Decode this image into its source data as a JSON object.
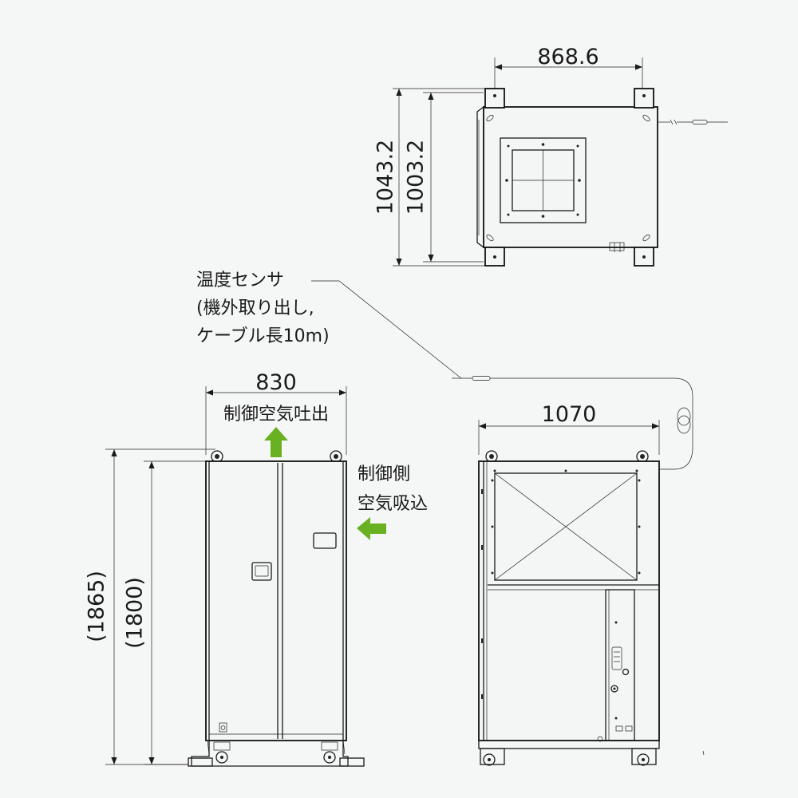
{
  "dimensions": {
    "top_width": "868.6",
    "top_depth_outer": "1043.2",
    "top_depth_inner": "1003.2",
    "front_width": "830",
    "side_width": "1070",
    "height_total": "(1865)",
    "height_body": "(1800)"
  },
  "labels": {
    "sensor_line1": "温度センサ",
    "sensor_line2": "(機外取り出し,",
    "sensor_line3": "ケーブル長10m)",
    "outlet": "制御空気吐出",
    "inlet_line1": "制御側",
    "inlet_line2": "空気吸込"
  },
  "colors": {
    "arrow": "#6ab023",
    "line": "#1a1a1a",
    "background": "#f5f6f6"
  }
}
